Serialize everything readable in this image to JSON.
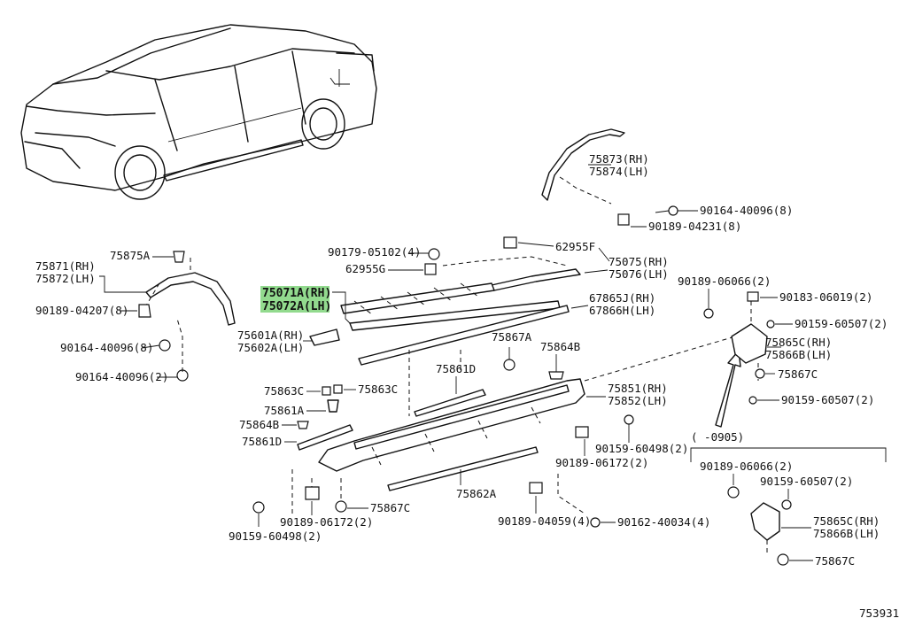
{
  "diagram_id": "753931",
  "date_range": "(     -0905)",
  "labels": {
    "p75873": "75873(RH)",
    "p75874": "75874(LH)",
    "p90164a": "90164-40096(8)",
    "p90189a": "90189-04231(8)",
    "p90179": "90179-05102(4)",
    "p62955F": "62955F",
    "p62955G": "62955G",
    "p75075": "75075(RH)",
    "p75076": "75076(LH)",
    "p75071A": "75071A(RH)",
    "p75072A": "75072A(LH)",
    "p67865J": "67865J(RH)",
    "p67866H": "67866H(LH)",
    "p75871": "75871(RH)",
    "p75872": "75872(LH)",
    "p75875A": "75875A",
    "p90189b": "90189-04207(8)",
    "p90164b": "90164-40096(8)",
    "p90164c": "90164-40096(2)",
    "p75601A": "75601A(RH)",
    "p75602A": "75602A(LH)",
    "p75867A": "75867A",
    "p75864B_top": "75864B",
    "p75861D_top": "75861D",
    "p75863C_l": "75863C",
    "p75863C_r": "75863C",
    "p75861A": "75861A",
    "p75864B_l": "75864B",
    "p75861D_l": "75861D",
    "p75851": "75851(RH)",
    "p75852": "75852(LH)",
    "p90159a": "90159-60498(2)",
    "p90189c": "90189-06172(2)",
    "p75862A": "75862A",
    "p90189d": "90189-04059(4)",
    "p90162": "90162-40034(4)",
    "p90159b": "90159-60498(2)",
    "p90189e": "90189-06172(2)",
    "p75867C_b": "75867C",
    "p90189f": "90189-06066(2)",
    "p90183": "90183-06019(2)",
    "p90159c": "90159-60507(2)",
    "p75865C": "75865C(RH)",
    "p75866B": "75866B(LH)",
    "p75867C_r": "75867C",
    "p90159d": "90159-60507(2)",
    "p90189g": "90189-06066(2)",
    "p90159e": "90159-60507(2)",
    "p75865C_2": "75865C(RH)",
    "p75866B_2": "75866B(LH)",
    "p75867C_2": "75867C"
  },
  "highlight_color": "#7fd37a"
}
